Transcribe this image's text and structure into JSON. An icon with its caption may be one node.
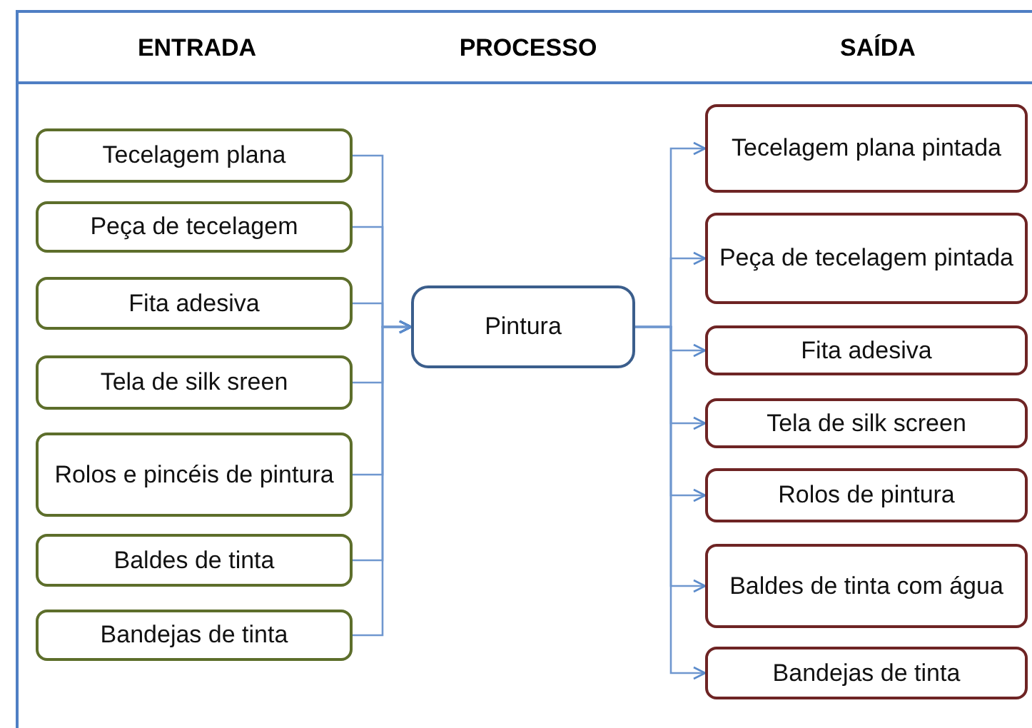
{
  "diagram": {
    "nodes": [
      {
        "text": [
          "Tecelagem plana"
        ]
      },
      {
        "text": [
          "Peça de tecelagem"
        ]
      },
      {
        "text": [
          "Fita adesiva"
        ]
      },
      {
        "text": [
          "Tela de silk sreen"
        ]
      },
      {
        "text": [
          "Rolos e pincéis de pintura"
        ]
      },
      {
        "text": [
          "Baldes de tinta"
        ]
      },
      {
        "text": [
          "Bandejas de tinta"
        ]
      },
      {
        "text": [
          "Pintura"
        ]
      },
      {
        "text": [
          "Tecelagem plana pintada"
        ]
      },
      {
        "text": [
          "Peça de tecelagem pintada"
        ]
      },
      {
        "text": [
          "Fita adesiva"
        ]
      },
      {
        "text": [
          "Tela de silk screen"
        ]
      },
      {
        "text": [
          "Rolos de pintura"
        ]
      },
      {
        "text": [
          "Baldes de tinta com água"
        ]
      },
      {
        "text": [
          "Bandejas de tinta"
        ]
      }
    ],
    "edges": [
      {
        "from": 0,
        "to": 7,
        "arrow": "to"
      },
      {
        "from": 1,
        "to": 7,
        "arrow": "to"
      },
      {
        "from": 2,
        "to": 7,
        "arrow": "to"
      },
      {
        "from": 3,
        "to": 7,
        "arrow": "to"
      },
      {
        "from": 4,
        "to": 7,
        "arrow": "to"
      },
      {
        "from": 5,
        "to": 7,
        "arrow": "to"
      },
      {
        "from": 6,
        "to": 7,
        "arrow": "to"
      },
      {
        "from": 7,
        "to": 8,
        "arrow": "to"
      },
      {
        "from": 7,
        "to": 9,
        "arrow": "to"
      },
      {
        "from": 7,
        "to": 10,
        "arrow": "to"
      },
      {
        "from": 7,
        "to": 11,
        "arrow": "to"
      },
      {
        "from": 7,
        "to": 12,
        "arrow": "to"
      },
      {
        "from": 7,
        "to": 13,
        "arrow": "to"
      },
      {
        "from": 7,
        "to": 14,
        "arrow": "to"
      }
    ],
    "labels": [
      "ENTRADA",
      "PROCESSO",
      "SAÍDA"
    ]
  }
}
